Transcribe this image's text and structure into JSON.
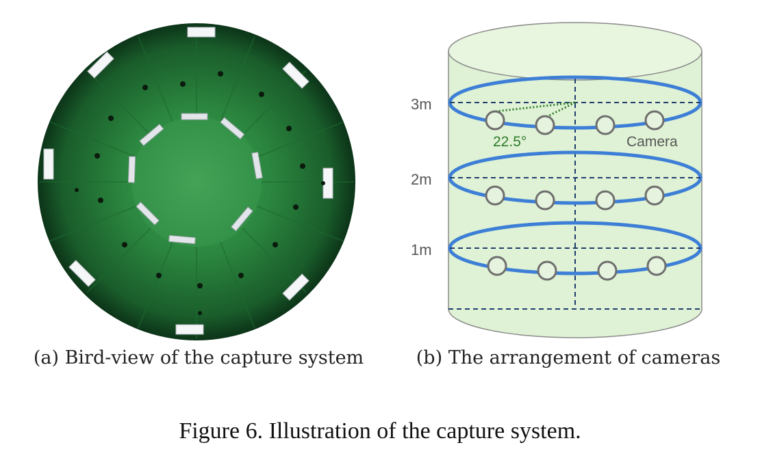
{
  "panel_a": {
    "caption": "(a) Bird-view of the capture system"
  },
  "panel_b": {
    "caption": "(b) The arrangement of cameras",
    "levels": [
      "3m",
      "2m",
      "1m"
    ],
    "angle_label": "22.5°",
    "camera_label": "Camera"
  },
  "figure_caption": "Figure 6. Illustration of the capture system.",
  "colors": {
    "green_dark": "#0f4a21",
    "green_mid": "#2f8a3e",
    "green_light": "#3c9c50",
    "cylinder_fill": "#dff2d5",
    "ring_blue": "#3d7fd6",
    "dash_navy": "#1f3d6b",
    "angle_green": "#2e7a2a"
  }
}
